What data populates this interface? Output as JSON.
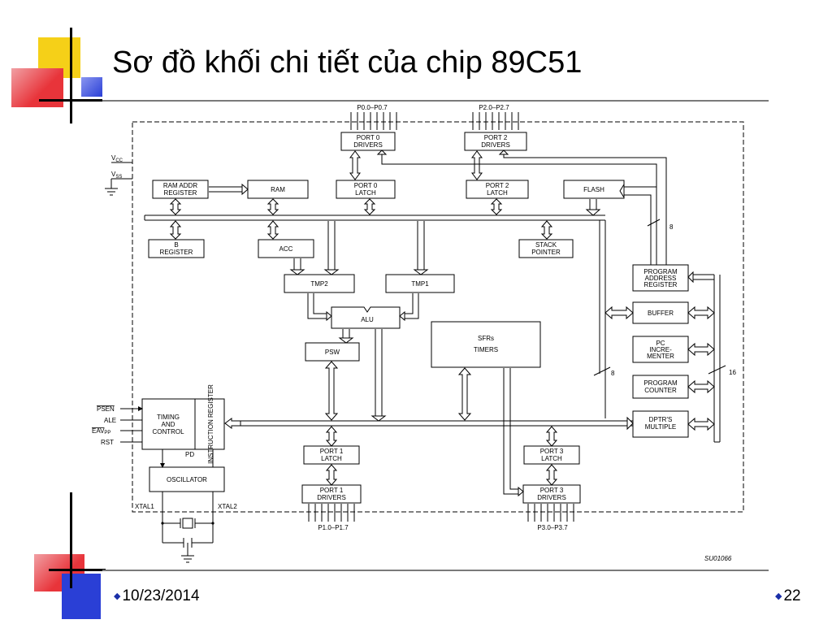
{
  "slide": {
    "title": "Sơ đồ khối chi tiết của chip 89C51",
    "date": "10/23/2014",
    "page_number": "22",
    "colors": {
      "yellow": "#f5d018",
      "red": "#e8343a",
      "blue": "#2a3fd6",
      "rule": "#7a7a7a"
    }
  },
  "diagram": {
    "figure_code": "SU01066",
    "pins": {
      "p0": "P0.0–P0.7",
      "p2": "P2.0–P2.7",
      "p1": "P1.0–P1.7",
      "p3": "P3.0–P3.7",
      "vcc": "V",
      "vcc_sub": "CC",
      "vss": "V",
      "vss_sub": "SS",
      "psen": "PSEN",
      "ale": "ALE",
      "eav": "EAV",
      "eav_sub": "PP",
      "rst": "RST",
      "xtal1": "XTAL1",
      "xtal2": "XTAL2",
      "pd": "PD"
    },
    "bus_widths": {
      "flash_bus": "8",
      "internal_bus": "8",
      "address_bus": "16"
    },
    "blocks": {
      "port0_drivers": [
        "PORT 0",
        "DRIVERS"
      ],
      "port2_drivers": [
        "PORT 2",
        "DRIVERS"
      ],
      "ram_addr": [
        "RAM ADDR",
        "REGISTER"
      ],
      "ram": [
        "RAM"
      ],
      "port0_latch": [
        "PORT 0",
        "LATCH"
      ],
      "port2_latch": [
        "PORT 2",
        "LATCH"
      ],
      "flash": [
        "FLASH"
      ],
      "b_register": [
        "B",
        "REGISTER"
      ],
      "acc": [
        "ACC"
      ],
      "stack_pointer": [
        "STACK",
        "POINTER"
      ],
      "tmp2": [
        "TMP2"
      ],
      "tmp1": [
        "TMP1"
      ],
      "alu": [
        "ALU"
      ],
      "psw": [
        "PSW"
      ],
      "sfrs": [
        "SFRs",
        "TIMERS"
      ],
      "program_address": [
        "PROGRAM",
        "ADDRESS",
        "REGISTER"
      ],
      "buffer": [
        "BUFFER"
      ],
      "pc_incrementer": [
        "PC",
        "INCRE-",
        "MENTER"
      ],
      "program_counter": [
        "PROGRAM",
        "COUNTER"
      ],
      "dptr": [
        "DPTR'S",
        "MULTIPLE"
      ],
      "timing_control": [
        "TIMING",
        "AND",
        "CONTROL"
      ],
      "instruction_register": "INSTRUCTION REGISTER",
      "oscillator": [
        "OSCILLATOR"
      ],
      "port1_latch": [
        "PORT 1",
        "LATCH"
      ],
      "port1_drivers": [
        "PORT 1",
        "DRIVERS"
      ],
      "port3_latch": [
        "PORT 3",
        "LATCH"
      ],
      "port3_drivers": [
        "PORT 3",
        "DRIVERS"
      ]
    }
  }
}
